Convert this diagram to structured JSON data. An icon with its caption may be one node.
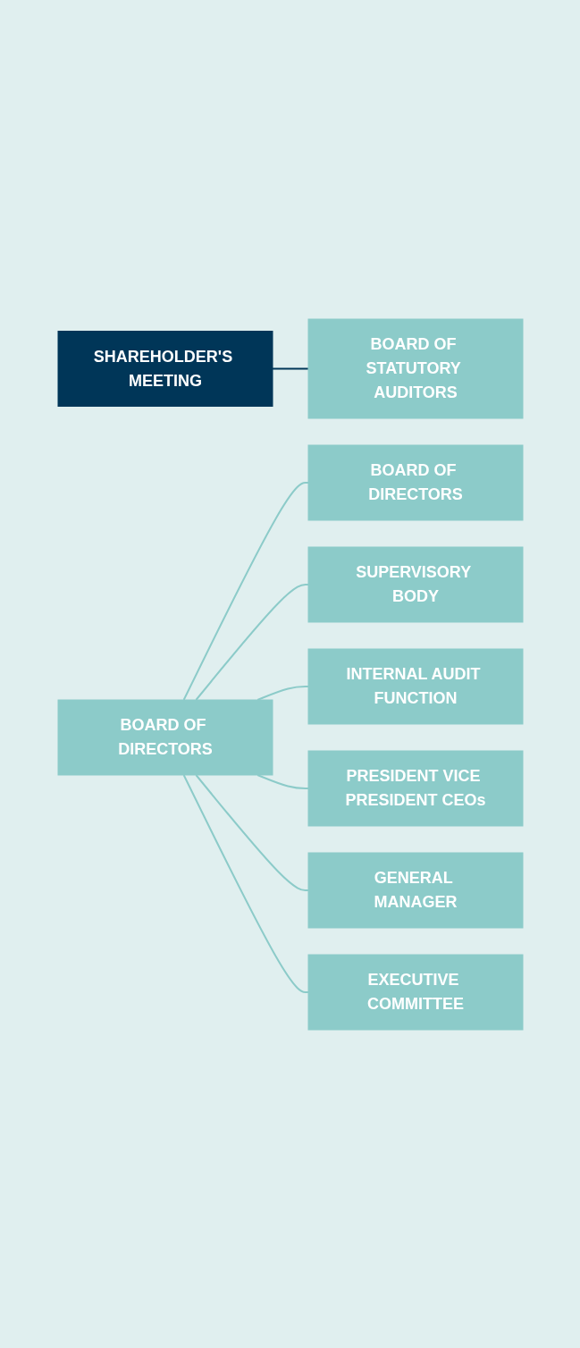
{
  "diagram": {
    "nodes": [
      {
        "text": [
          "SHAREHOLDER'S MEETING"
        ]
      },
      {
        "text": [
          "BOARD OF DIRECTORS"
        ]
      },
      {
        "text": [
          "BOARD OF DIRECTORS"
        ]
      },
      {
        "text": [
          "BOARD OF STATUTORY AUDITORS"
        ]
      },
      {
        "text": [
          "SUPERVISORY BODY"
        ]
      },
      {
        "text": [
          "INTERNAL AUDIT FUNCTION"
        ]
      },
      {
        "text": [
          "PRESIDENT VICE PRESIDENT CEOs"
        ]
      },
      {
        "text": [
          "GENERAL MANAGER"
        ]
      },
      {
        "text": [
          "EXECUTIVE COMMITTEE"
        ]
      }
    ],
    "edges": [
      {
        "from": 0,
        "to": 3,
        "arrow": "none",
        "color": "#003658"
      },
      {
        "from": 1,
        "to": 2,
        "arrow": "none"
      },
      {
        "from": 1,
        "to": 4,
        "arrow": "none"
      },
      {
        "from": 1,
        "to": 5,
        "arrow": "none"
      },
      {
        "from": 1,
        "to": 6,
        "arrow": "none"
      },
      {
        "from": 1,
        "to": 7,
        "arrow": "none"
      },
      {
        "from": 1,
        "to": 8,
        "arrow": "none"
      }
    ]
  }
}
